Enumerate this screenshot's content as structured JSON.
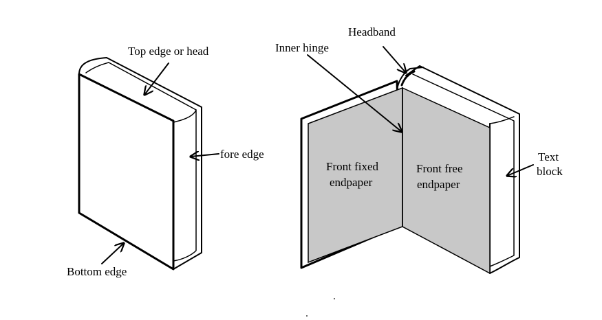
{
  "colors": {
    "ink": "#000000",
    "paper": "#ffffff",
    "endpaper": "#c8c8c8"
  },
  "labels": {
    "top_edge": "Top edge or head",
    "fore_edge": "fore edge",
    "bottom_edge": "Bottom edge",
    "headband": "Headband",
    "inner_hinge": "Inner hinge",
    "front_fixed_1": "Front fixed",
    "front_fixed_2": "endpaper",
    "front_free_1": "Front free",
    "front_free_2": "endpaper",
    "text_block_1": "Text",
    "text_block_2": "block"
  }
}
